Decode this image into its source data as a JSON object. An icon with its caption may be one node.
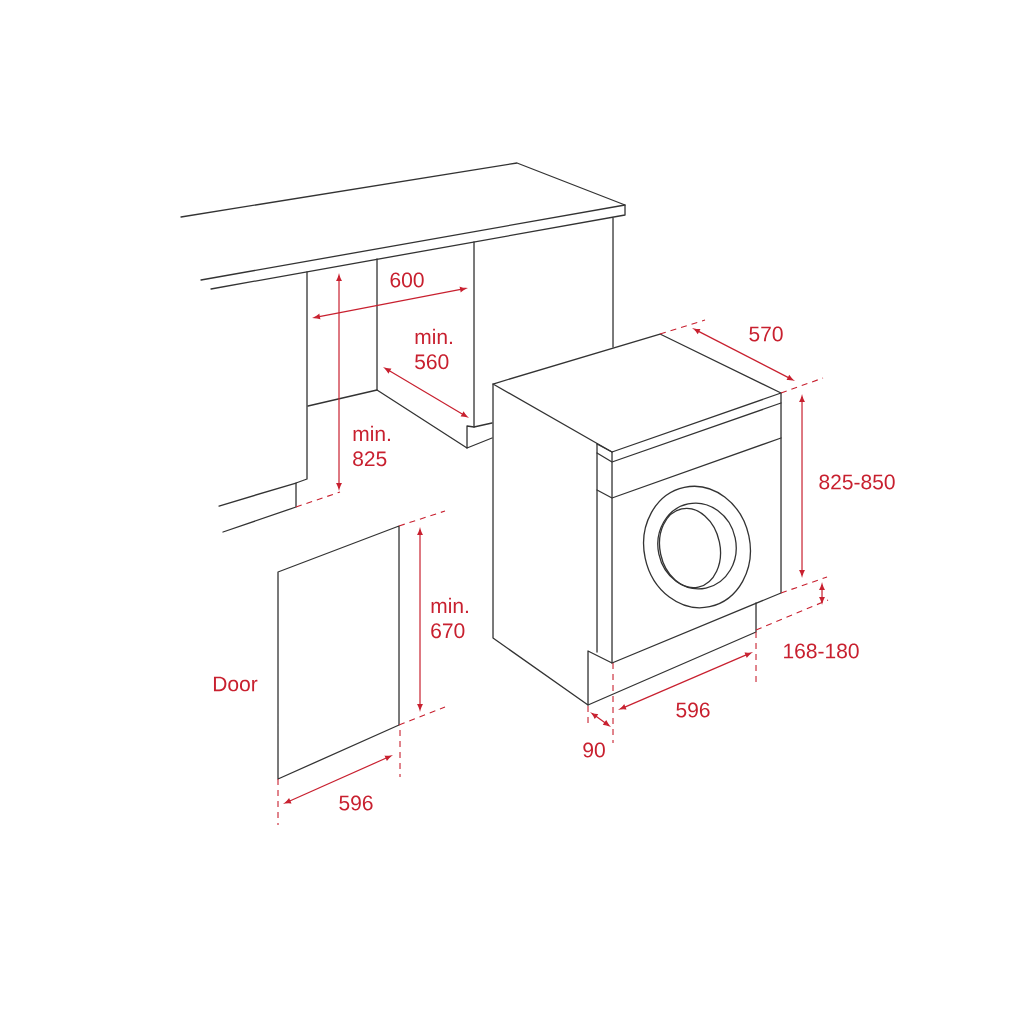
{
  "diagram": {
    "labels": [
      "600",
      "570",
      "min. 560",
      "min. 825",
      "825-850",
      "min. 670",
      "168-180",
      "Door",
      "596",
      "90",
      "596"
    ]
  }
}
